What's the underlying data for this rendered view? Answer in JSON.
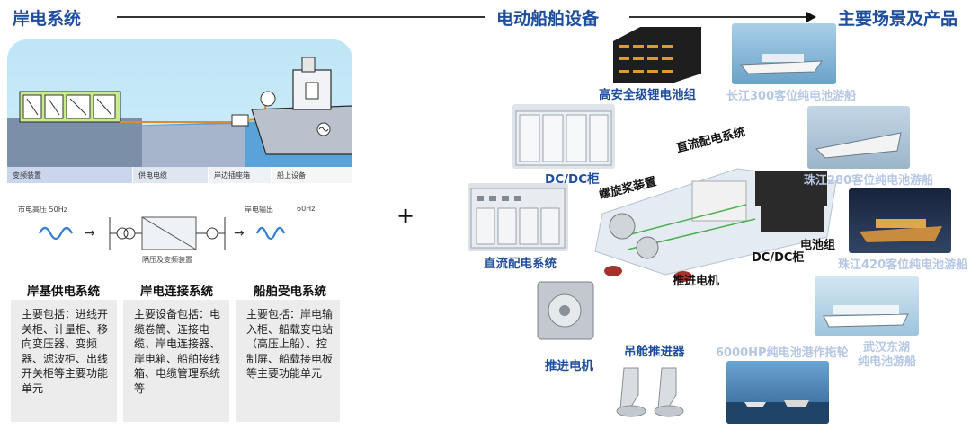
{
  "headers": {
    "shore_power_system": "岸电系统",
    "electric_ship_equipment": "电动船舶设备",
    "main_scenarios_products": "主要场景及产品"
  },
  "diagram": {
    "band_labels": [
      "变频装置",
      "供电电缆",
      "岸边插座箱",
      "船上设备"
    ],
    "input_label": "市电高压 50Hz",
    "output_label_a": "岸电输出",
    "output_label_b": "60Hz",
    "converter_label": "隔压及变频装置"
  },
  "plus_sign": "+",
  "systems": [
    {
      "title": "岸基供电系统",
      "description": "主要包括：进线开关柜、计量柜、移向变压器、变频器、滤波柜、出线开关柜等主要功能单元"
    },
    {
      "title": "岸电连接系统",
      "description": "主要设备包括：电缆卷筒、连接电缆、岸电连接器、岸电箱、船舶接线箱、电缆管理系统等"
    },
    {
      "title": "船舶受电系统",
      "description": "主要包括：岸电输入柜、船载变电站（高压上船）、控制屏、船载接电板等主要功能单元"
    }
  ],
  "equipment": {
    "battery_pack": "高安全级锂电池组",
    "dcdc_cabinet": "DC/DC柜",
    "dc_distribution": "直流配电系统",
    "propulsion_motor": "推进电机",
    "pod_thruster": "吊舱推进器"
  },
  "ship_callouts": {
    "dc_distribution": "直流配电系统",
    "propeller": "螺旋桨装置",
    "battery": "电池组",
    "dcdc": "DC/DC柜",
    "motor": "推进电机"
  },
  "scenarios": {
    "changjiang": "长江300客位纯电池游船",
    "zhujiang280": "珠江280客位纯电池游船",
    "zhujiang420": "珠江420客位纯电池游船",
    "wuhan_line1": "武汉东湖",
    "wuhan_line2": "纯电池游船",
    "tugboat": "6000HP纯电池港作拖轮"
  },
  "colors": {
    "header_blue": "#1f4e9c",
    "faded_blue": "#b6c7e6",
    "box_gray": "#ececec"
  }
}
